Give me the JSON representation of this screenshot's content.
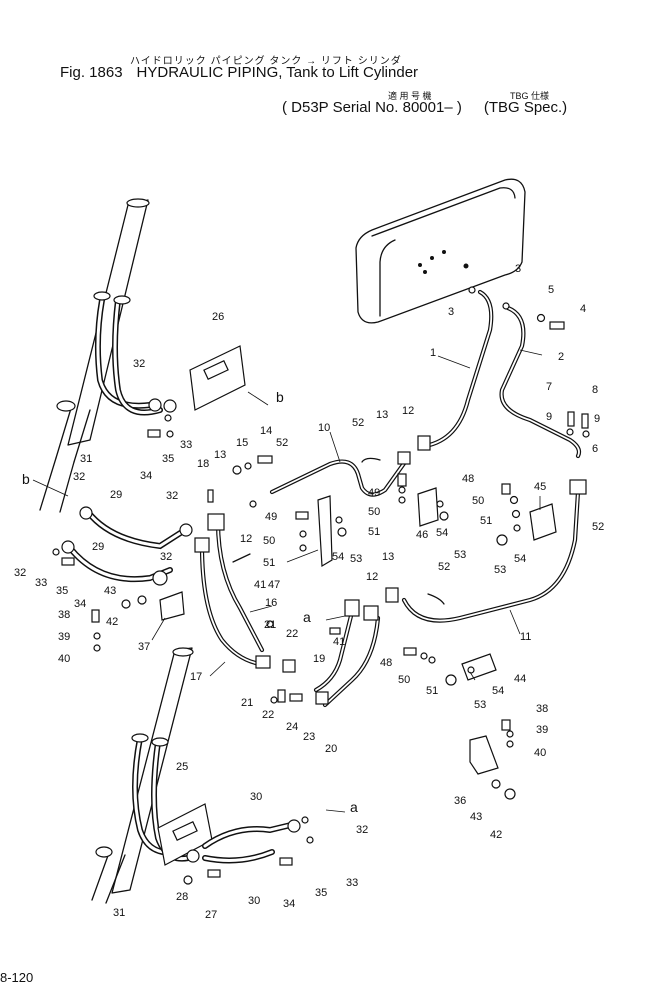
{
  "header": {
    "title_jp": "ハイドロリック パイピング タンク → リフト シリンダ",
    "fig_number": "Fig. 1863",
    "title_en": "HYDRAULIC PIPING, Tank to Lift Cylinder",
    "serial_jp": "適 用 号 機",
    "tbg_jp": "TBG 仕様",
    "serial_en": "( D53P Serial No. 80001– )",
    "tbg_en": "(TBG Spec.)"
  },
  "page_ref": "8-120",
  "diagram": {
    "ref_letters": [
      "a",
      "b"
    ],
    "callouts": [
      "1",
      "2",
      "3",
      "3",
      "4",
      "5",
      "6",
      "7",
      "8",
      "9",
      "9",
      "10",
      "11",
      "12",
      "12",
      "12",
      "13",
      "13",
      "13",
      "14",
      "15",
      "16",
      "17",
      "18",
      "19",
      "20",
      "21",
      "21",
      "22",
      "22",
      "23",
      "24",
      "25",
      "26",
      "27",
      "28",
      "29",
      "29",
      "30",
      "30",
      "31",
      "31",
      "32",
      "32",
      "32",
      "32",
      "32",
      "32",
      "33",
      "33",
      "33",
      "34",
      "34",
      "34",
      "35",
      "35",
      "35",
      "36",
      "37",
      "38",
      "38",
      "39",
      "39",
      "40",
      "40",
      "41",
      "41",
      "42",
      "42",
      "43",
      "43",
      "44",
      "45",
      "46",
      "47",
      "48",
      "48",
      "49",
      "49",
      "50",
      "50",
      "50",
      "50",
      "51",
      "51",
      "51",
      "51",
      "52",
      "52",
      "52",
      "52",
      "53",
      "53",
      "53",
      "53",
      "54",
      "54",
      "54",
      "54"
    ]
  }
}
